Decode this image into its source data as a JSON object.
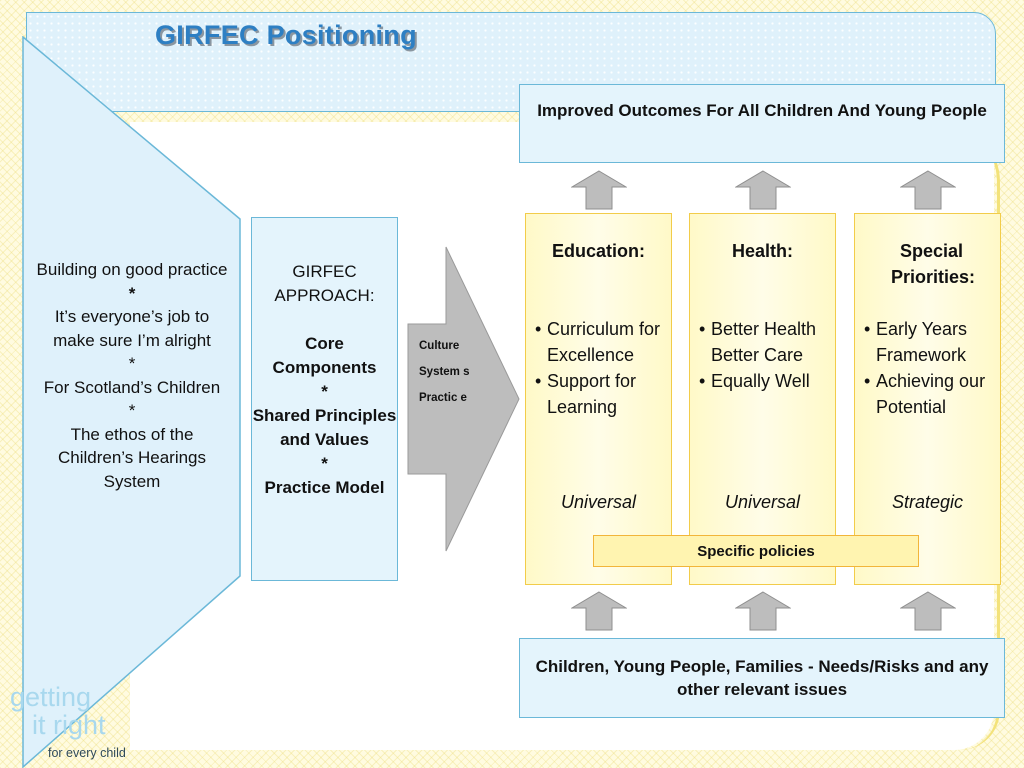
{
  "title": "GIRFEC Positioning",
  "left_panel": {
    "lines": [
      "Building on good practice",
      "*",
      "It’s everyone’s job to make sure I’m alright",
      "*",
      "For Scotland’s Children",
      "*",
      "The ethos of the Children’s Hearings System"
    ]
  },
  "approach_box": {
    "heading": "GIRFEC APPROACH:",
    "item1": "Core Components",
    "sep1": "*",
    "item2": "Shared Principles and Values",
    "sep2": "*",
    "item3": "Practice Model"
  },
  "chevron": {
    "lines": [
      "Culture",
      "System s",
      "Practic e"
    ]
  },
  "outcomes": "Improved Outcomes For All Children And Young People",
  "columns": [
    {
      "heading": "Education:",
      "bullets": [
        "Curriculum for Excellence",
        "Support for Learning"
      ],
      "footer": "Universal"
    },
    {
      "heading": "Health:",
      "bullets": [
        "Better Health Better Care",
        "Equally Well"
      ],
      "footer": "Universal"
    },
    {
      "heading": "Special Priorities:",
      "bullets": [
        "Early Years Framework",
        "Achieving our Potential"
      ],
      "footer": "Strategic"
    }
  ],
  "specific_policies": "Specific  policies",
  "needs": "Children, Young People, Families - Needs/Risks and any other relevant issues",
  "logo": {
    "line1": "getting",
    "line2": "it right",
    "line3": "for every child"
  },
  "colors": {
    "title_blue": "#2d7fc3",
    "box_blue_fill": "#e4f4fc",
    "box_blue_border": "#6bb8d8",
    "column_yellow": "#fff9c8",
    "column_border": "#f2cc4a",
    "arrow_grey": "#bdbdbd"
  }
}
